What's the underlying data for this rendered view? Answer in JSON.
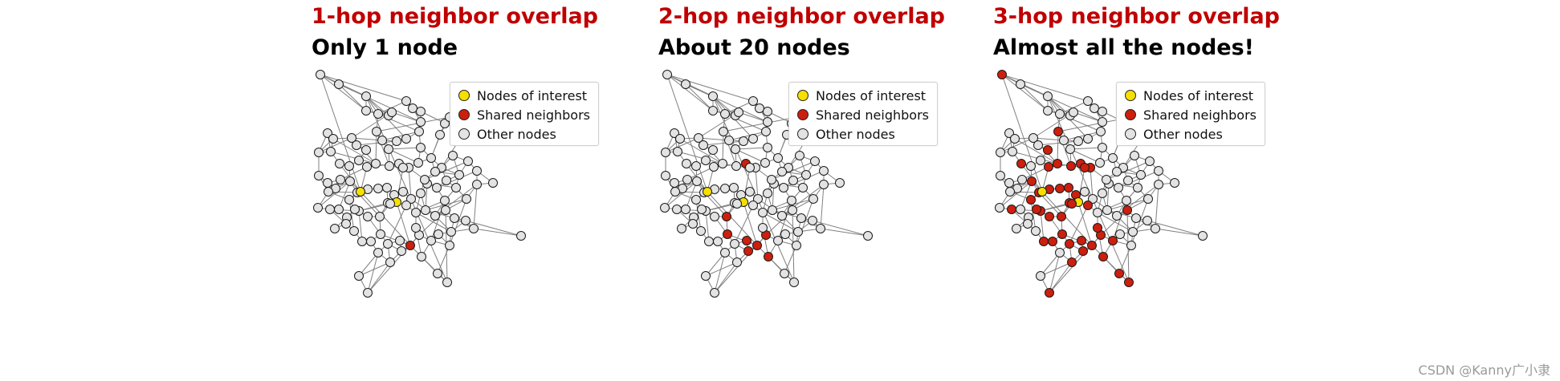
{
  "colors": {
    "title": "#c00000",
    "interest": "#f5e000",
    "shared": "#cc1f0e",
    "other": "#e3e3e3",
    "edge": "#808080"
  },
  "legend": {
    "interest": "Nodes of interest",
    "shared": "Shared neighbors",
    "other": "Other nodes"
  },
  "panels": [
    {
      "title": "1-hop neighbor overlap",
      "subtitle": "Only 1 node",
      "hop": 1
    },
    {
      "title": "2-hop neighbor overlap",
      "subtitle": "About 20 nodes",
      "hop": 2
    },
    {
      "title": "3-hop neighbor overlap",
      "subtitle": "Almost all the nodes!",
      "hop": 3
    }
  ],
  "watermark": "CSDN @Kanny广小隶"
}
